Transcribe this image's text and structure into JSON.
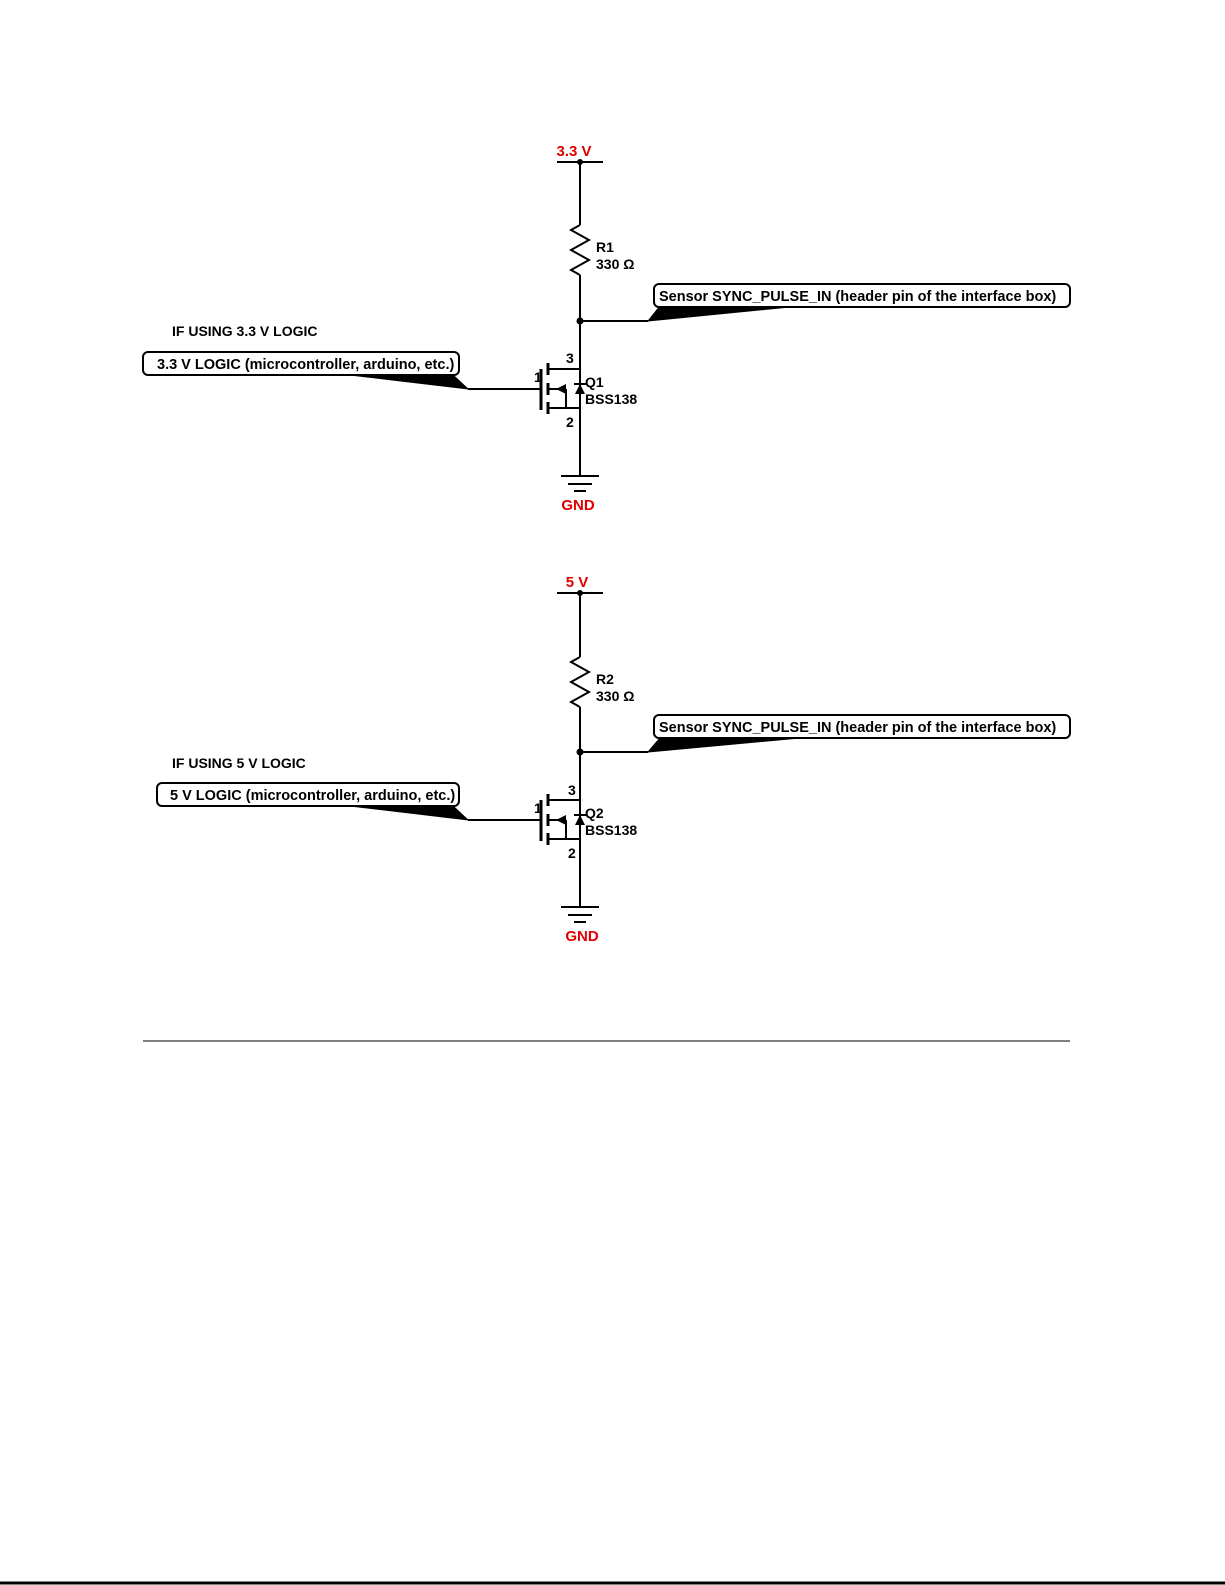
{
  "colors": {
    "rail_label": "#e00000",
    "line": "#000000",
    "background": "#ffffff"
  },
  "circuits": [
    {
      "supply_label": "3.3 V",
      "resistor_ref": "R1",
      "resistor_value": "330 Ω",
      "output_flag": "Sensor SYNC_PULSE_IN (header pin of the interface box)",
      "heading": "IF USING 3.3 V LOGIC",
      "input_flag": "3.3 V LOGIC (microcontroller, arduino, etc.)",
      "pin_gate": "1",
      "pin_drain": "3",
      "pin_source": "2",
      "transistor_ref": "Q1",
      "transistor_part": "BSS138",
      "ground_label": "GND"
    },
    {
      "supply_label": "5 V",
      "resistor_ref": "R2",
      "resistor_value": "330 Ω",
      "output_flag": "Sensor SYNC_PULSE_IN (header pin of the interface box)",
      "heading": "IF USING 5 V LOGIC",
      "input_flag": "5 V LOGIC (microcontroller, arduino, etc.)",
      "pin_gate": "1",
      "pin_drain": "3",
      "pin_source": "2",
      "transistor_ref": "Q2",
      "transistor_part": "BSS138",
      "ground_label": "GND"
    }
  ]
}
